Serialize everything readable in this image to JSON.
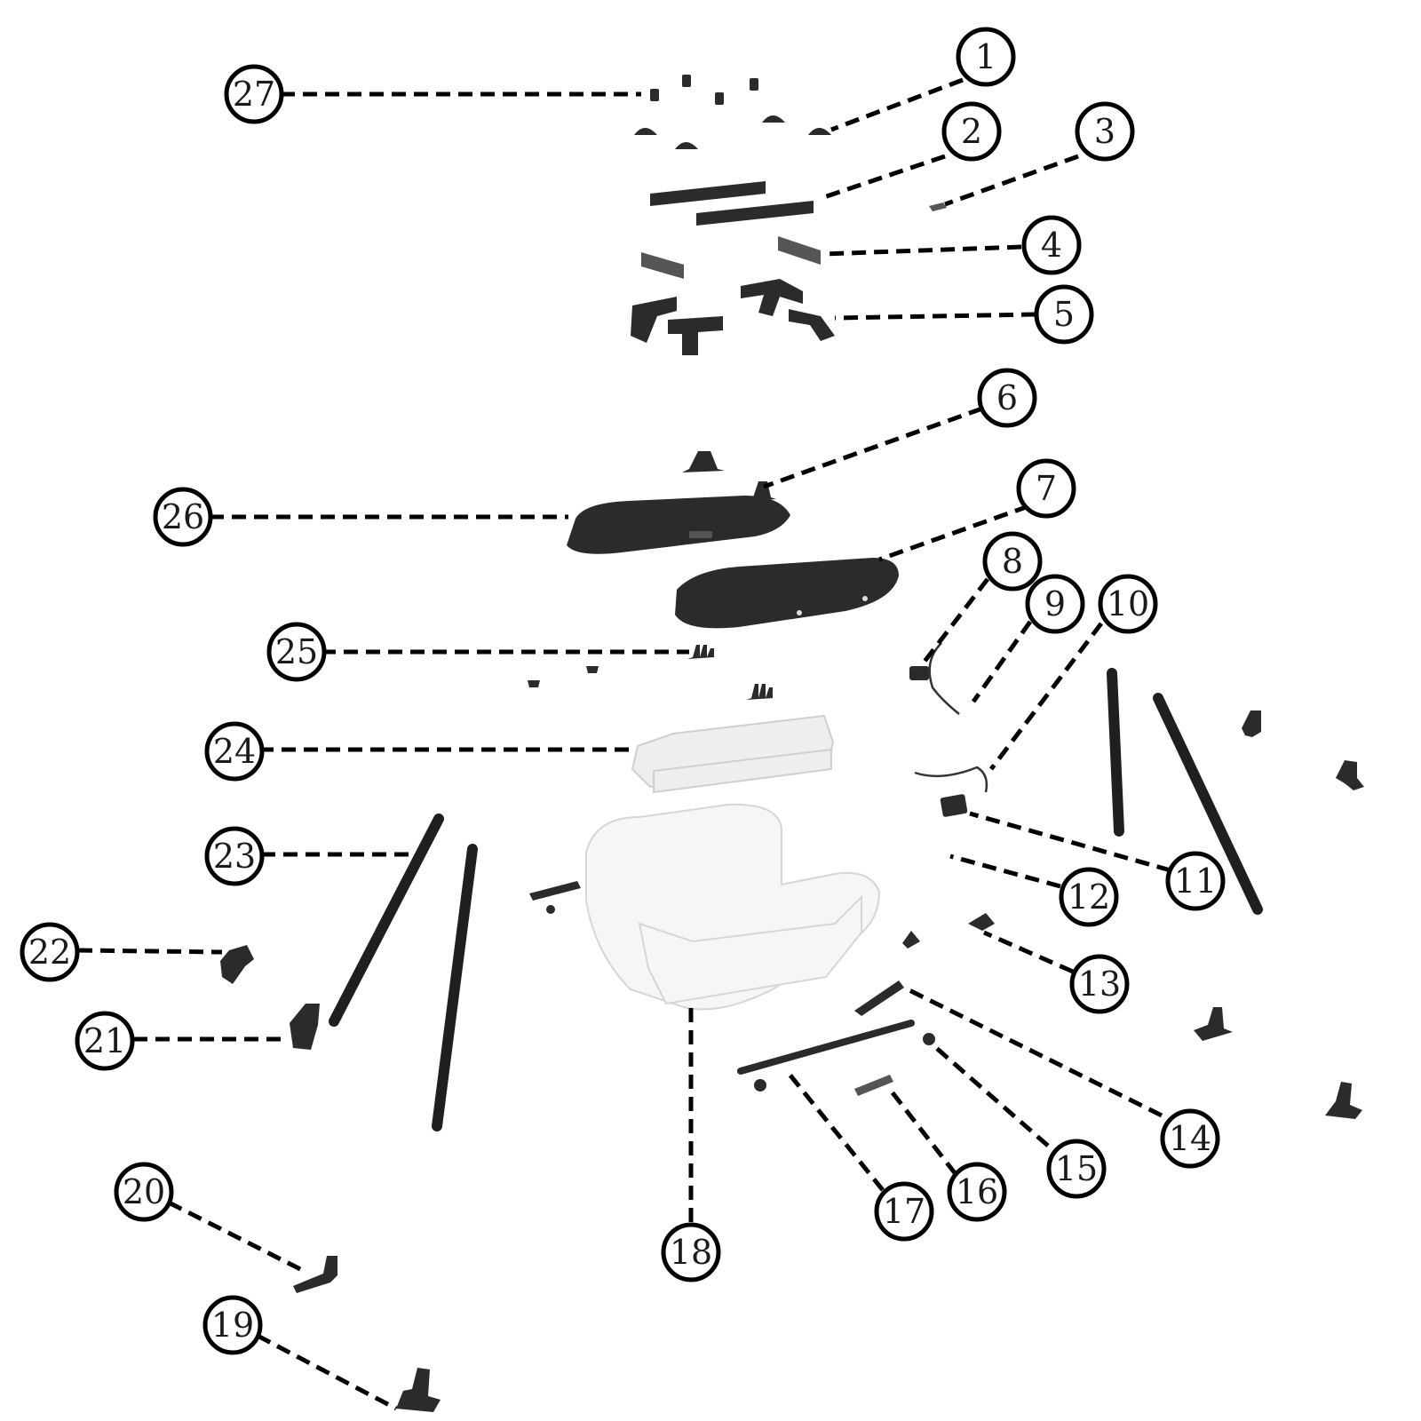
{
  "diagram": {
    "callouts": [
      {
        "label": "1"
      },
      {
        "label": "2"
      },
      {
        "label": "3"
      },
      {
        "label": "4"
      },
      {
        "label": "5"
      },
      {
        "label": "6"
      },
      {
        "label": "7"
      },
      {
        "label": "8"
      },
      {
        "label": "9"
      },
      {
        "label": "10"
      },
      {
        "label": "11"
      },
      {
        "label": "12"
      },
      {
        "label": "13"
      },
      {
        "label": "14"
      },
      {
        "label": "15"
      },
      {
        "label": "16"
      },
      {
        "label": "17"
      },
      {
        "label": "18"
      },
      {
        "label": "19"
      },
      {
        "label": "20"
      },
      {
        "label": "21"
      },
      {
        "label": "22"
      },
      {
        "label": "23"
      },
      {
        "label": "24"
      },
      {
        "label": "25"
      },
      {
        "label": "26"
      },
      {
        "label": "27"
      }
    ]
  },
  "colors": {
    "leader": "#000000",
    "part_dark": "#2b2b2b",
    "part_light": "#eeeeee"
  }
}
